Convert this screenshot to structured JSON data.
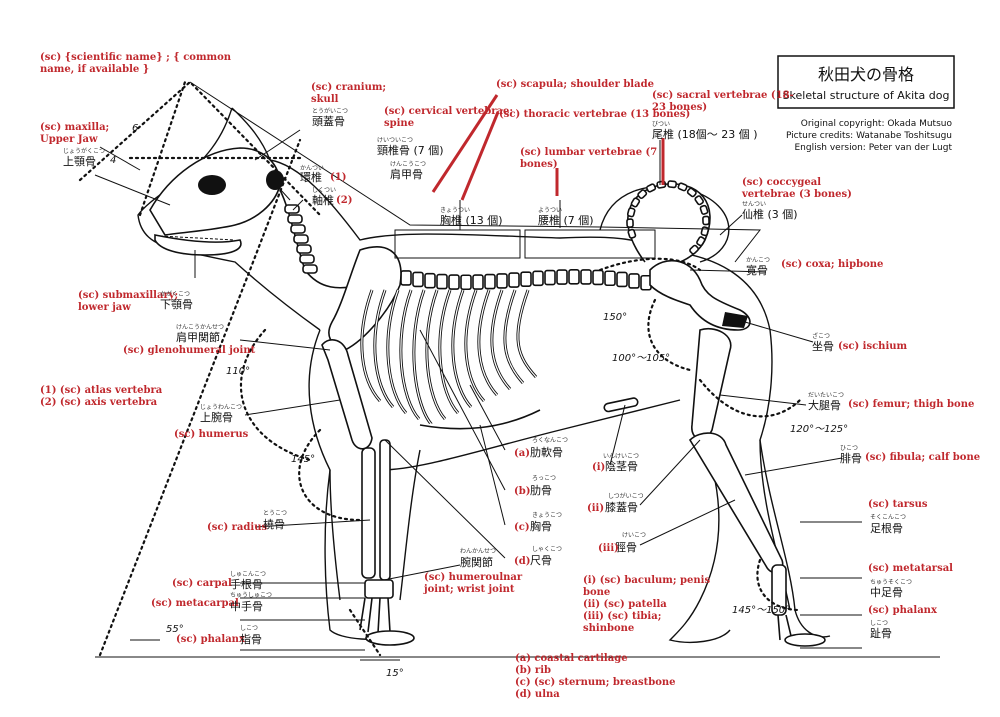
{
  "title": {
    "jp": "秋田犬の骨格",
    "en": "Skeletal structure of Akita dog"
  },
  "credits": [
    "Original copyright: Okada Mutsuo",
    "Picture credits: Watanabe Toshitsugu",
    "English version: Peter van der Lugt"
  ],
  "legend": [
    "(sc) {scientific name} ; { common",
    "name, if available }"
  ],
  "red": {
    "maxilla": [
      "(sc) maxilla;",
      "Upper Jaw"
    ],
    "cranium": [
      "(sc) cranium;",
      "skull"
    ],
    "scapula": "(sc) scapula; shoulder blade",
    "cervical": [
      "(sc) cervical vertebrae;",
      "spine"
    ],
    "thoracic": "(sc) thoracic vertebrae (13 bones)",
    "lumbar": [
      "(sc) lumbar vertebrae (7",
      "bones)"
    ],
    "sacral": [
      "(sc) sacral vertebrae (18-",
      "23 bones)"
    ],
    "coccygeal": [
      "(sc) coccygeal",
      "vertebrae (3 bones)"
    ],
    "coxa": "(sc) coxa; hipbone",
    "ischium": "(sc) ischium",
    "submax": [
      "(sc) submaxillary;",
      "lower jaw"
    ],
    "gleno": "(sc) glenohumeral joint",
    "atlas": [
      "(1) (sc) atlas vertebra",
      "(2) (sc) axis vertebra"
    ],
    "humerus": "(sc) humerus",
    "femur": "(sc) femur; thigh bone",
    "fibula": "(sc) fibula; calf bone",
    "radius": "(sc) radius",
    "tarsus": "(sc) tarsus",
    "metatarsal": "(sc) metatarsal",
    "phalanxR": "(sc) phalanx",
    "carpal": "(sc) carpal",
    "metacarpal": "(sc) metacarpal",
    "phalanxL": "(sc) phalanx",
    "humeroulnar": [
      "(sc) humeroulnar",
      "joint; wrist joint"
    ],
    "baculum": [
      "(i) (sc) baculum; penis",
      "bone",
      "(ii) (sc) patella",
      "(iii) (sc) tibia;",
      "shinbone"
    ],
    "bottom": [
      "(a) coastal cartilage",
      "(b) rib",
      "(c) (sc) sternum; breastbone",
      "(d) ulna"
    ],
    "num1": "(1)",
    "num2": "(2)"
  },
  "jp": {
    "tougaikotsu": "頭蓋骨",
    "keitsuikotsu": "頸椎骨 (7 個)",
    "kenkoukotsu": "肩甲骨",
    "kantsui": "環椎",
    "jikutsui": "軸椎",
    "jougakukotsu": "上顎骨",
    "kyoutsui": "胸椎 (13 個)",
    "youtsui": "腰椎 (7 個)",
    "bitsui": "尾椎 (18個～ 23 個 )",
    "sentsui": "仙椎 (3 個)",
    "kankotsu": "寛骨",
    "zakotsu": "坐骨",
    "kagakukotsu": "下顎骨",
    "kenkoukansetsu": "肩甲関節",
    "jouwankotsu": "上腕骨",
    "daitaikotsu": "大腿骨",
    "hikotsu": "腓骨",
    "rokunankotsu": "肋軟骨",
    "rokkotsu": "肋骨",
    "kyoukotsu": "胸骨",
    "shakkotsu": "尺骨",
    "inkeikotsu": "陰茎骨",
    "shitsugaikotsu": "膝蓋骨",
    "keikotsu": "脛骨",
    "toukotsu": "橈骨",
    "wankansetsu": "腕関節",
    "sokkonkotsu": "足根骨",
    "chuusokkotsu": "中足骨",
    "shikotsuR": "趾骨",
    "shukonkotsu": "手根骨",
    "chuushukotsu": "中手骨",
    "shikotsuL": "指骨"
  },
  "furigana": {
    "tougaikotsu": "とうがいこつ",
    "keitsuikotsu": "けいついこつ",
    "kenkoukotsu": "けんこうこつ",
    "kantsui": "かんつい",
    "jikutsui": "じくつい",
    "jougakukotsu": "じょうがくこつ",
    "kyoutsui": "きょうつい",
    "youtsui": "ようつい",
    "bitsui": "びつい",
    "sentsui": "せんつい",
    "kankotsu": "かんこつ",
    "zakotsu": "ざこつ",
    "kagakukotsu": "かがくこつ",
    "kenkoukansetsu": "けんこうかんせつ",
    "jouwankotsu": "じょうわんこつ",
    "daitaikotsu": "だいたいこつ",
    "hikotsu": "ひこつ",
    "rokunankotsu": "ろくなんこつ",
    "rokkotsu": "ろっこつ",
    "kyoukotsu": "きょうこつ",
    "shakkotsu": "しゃくこつ",
    "inkeikotsu": "いんけいこつ",
    "shitsugaikotsu": "しつがいこつ",
    "keikotsu": "けいこつ",
    "toukotsu": "とうこつ",
    "wankansetsu": "わんかんせつ",
    "sokkonkotsu": "そくこんこつ",
    "chuusokkotsu": "ちゅうそくこつ",
    "shikotsuR": "しこつ",
    "shukonkotsu": "しゅこんこつ",
    "chuushukotsu": "ちゅうしゅこつ",
    "shikotsuL": "しこつ"
  },
  "markers": {
    "a": "(a)",
    "b": "(b)",
    "c": "(c)",
    "d": "(d)",
    "i": "(i)",
    "ii": "(ii)",
    "iii": "(iii)"
  },
  "angles": {
    "a150": "150°",
    "a100": "100°～105°",
    "a110": "110°",
    "a120": "120°～125°",
    "a145": "145°",
    "a145b": "145°～150°",
    "a55": "55°",
    "a15": "15°",
    "n6": "6",
    "n4": "4"
  }
}
